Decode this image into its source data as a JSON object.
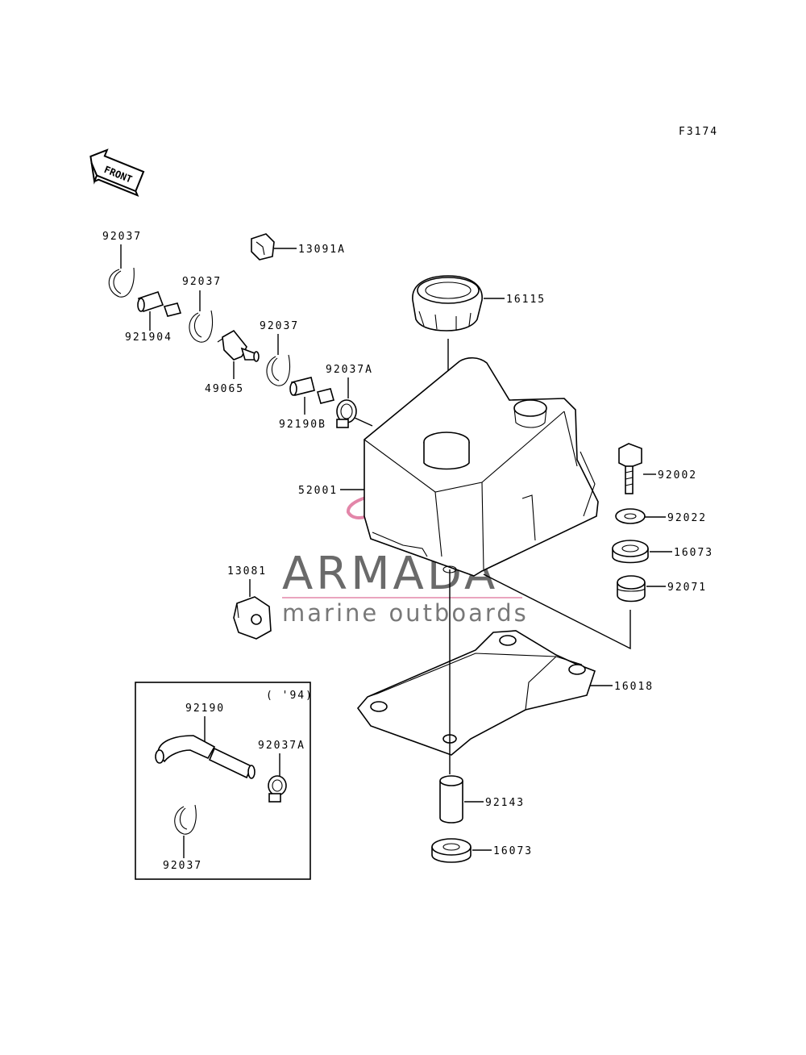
{
  "figure_code": "F3174",
  "front_badge": "FRONT",
  "watermark": {
    "title": "ARMADA",
    "subtitle": "marine outboards",
    "accent_color": "#e07aa0"
  },
  "callouts": {
    "c_92037_a": "92037",
    "c_92037_b": "92037",
    "c_92037_c": "92037",
    "c_92037_d": "92037",
    "c_13091a": "13091A",
    "c_921904": "921904",
    "c_49065": "49065",
    "c_92037a_main": "92037A",
    "c_92190b": "92190B",
    "c_16115": "16115",
    "c_52001": "52001",
    "c_92002": "92002",
    "c_92022": "92022",
    "c_16073_a": "16073",
    "c_92071": "92071",
    "c_13081": "13081",
    "c_16018": "16018",
    "c_92143": "92143",
    "c_16073_b": "16073"
  },
  "inset": {
    "year_note": "( '94)",
    "c_92190": "92190",
    "c_92037a": "92037A"
  }
}
